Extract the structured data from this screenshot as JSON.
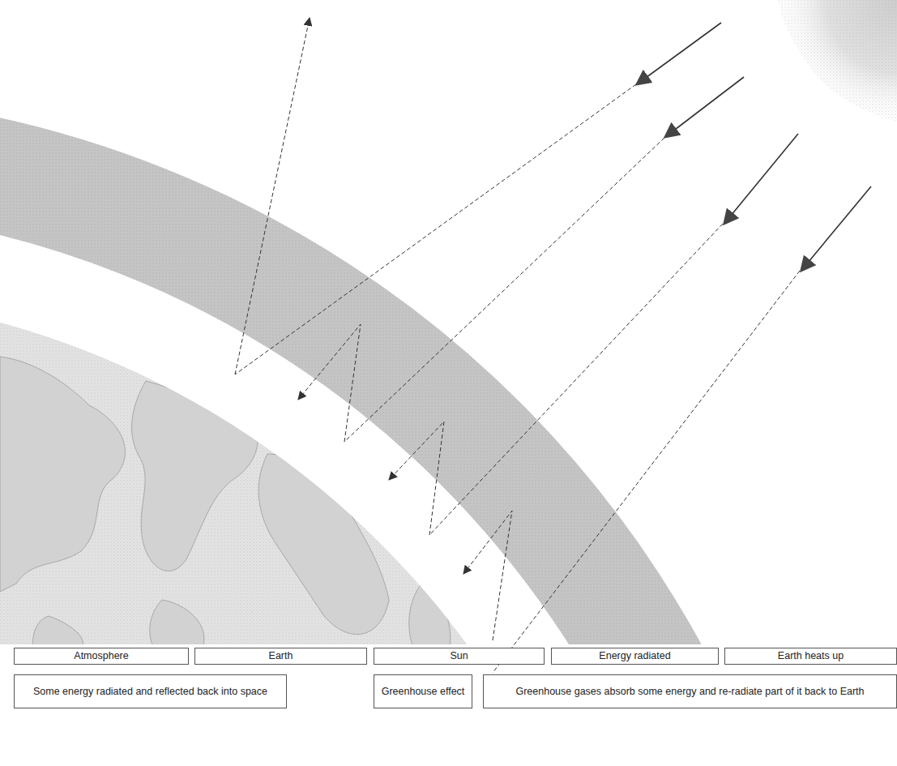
{
  "diagram": {
    "nodes": [
      {
        "text": [
          "Atmosphere"
        ]
      },
      {
        "text": [
          "Earth"
        ]
      },
      {
        "text": [
          "Sun"
        ]
      },
      {
        "text": [
          "Energy radiated"
        ]
      },
      {
        "text": [
          "Earth heats up"
        ]
      },
      {
        "text": [
          "Some energy radiated and reflected back into space"
        ]
      },
      {
        "text": [
          "Greenhouse effect"
        ]
      },
      {
        "text": [
          "Greenhouse gases absorb some energy and re-radiate part of it back to Earth"
        ]
      }
    ],
    "edges": []
  }
}
